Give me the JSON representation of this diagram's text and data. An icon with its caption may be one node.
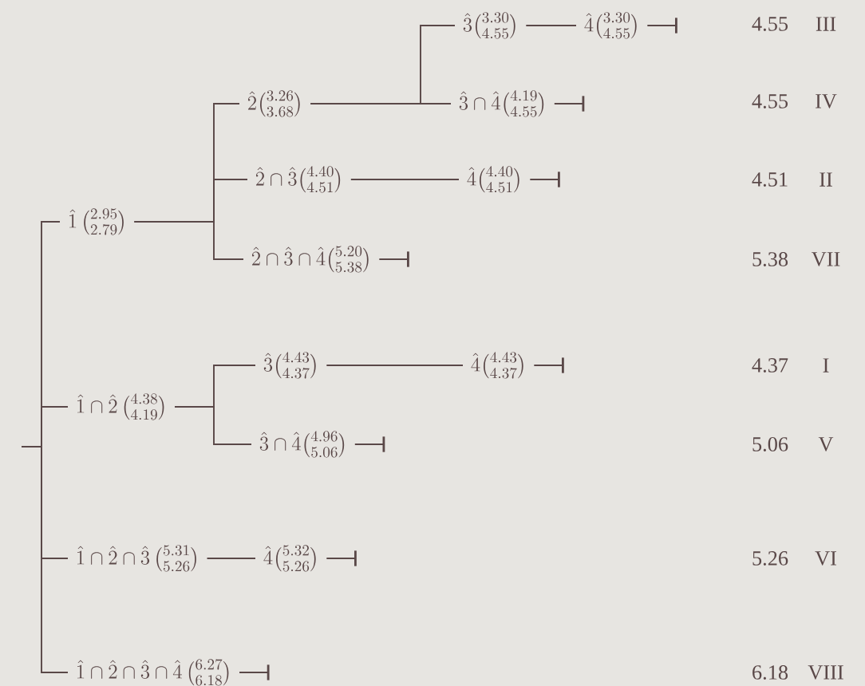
{
  "diagram": {
    "nodes": [
      {
        "text": [
          "\\hat{1}\\,\\binom{2.95}{2.79}"
        ]
      },
      {
        "text": [
          "\\hat{2}\\binom{3.26}{3.68}"
        ]
      },
      {
        "text": [
          "\\hat{3}\\binom{3.30}{4.55}"
        ]
      },
      {
        "text": [
          "\\hat{4}\\binom{3.30}{4.55}"
        ]
      },
      {
        "text": [
          "\\hat{3}\\cap\\hat{4}\\binom{4.19}{4.55}"
        ]
      },
      {
        "text": [
          "\\hat{2}\\cap\\hat{3}\\binom{4.40}{4.51}"
        ]
      },
      {
        "text": [
          "\\hat{4}\\binom{4.40}{4.51}"
        ]
      },
      {
        "text": [
          "\\hat{2}\\cap\\hat{3}\\cap\\hat{4}\\binom{5.20}{5.38}"
        ]
      },
      {
        "text": [
          "\\hat{1}\\cap\\hat{2}\\,\\binom{4.38}{4.19}"
        ]
      },
      {
        "text": [
          "\\hat{3}\\binom{4.43}{4.37}"
        ]
      },
      {
        "text": [
          "\\hat{4}\\binom{4.43}{4.37}"
        ]
      },
      {
        "text": [
          "\\hat{3}\\cap\\hat{4}\\binom{4.96}{5.06}"
        ]
      },
      {
        "text": [
          "\\hat{1}\\cap\\hat{2}\\cap\\hat{3}\\,\\binom{5.31}{5.26}"
        ]
      },
      {
        "text": [
          "\\hat{4}\\binom{5.32}{5.26}"
        ]
      },
      {
        "text": [
          "\\hat{1}\\cap\\hat{2}\\cap\\hat{3}\\cap\\hat{4}\\,\\binom{6.27}{6.18}"
        ]
      }
    ],
    "edges": [
      {
        "from": null,
        "to": 0,
        "arrow": "none"
      },
      {
        "from": null,
        "to": 8,
        "arrow": "none"
      },
      {
        "from": null,
        "to": 12,
        "arrow": "none"
      },
      {
        "from": null,
        "to": 14,
        "arrow": "none"
      },
      {
        "from": 0,
        "to": 1,
        "arrow": "none"
      },
      {
        "from": 0,
        "to": 5,
        "arrow": "none"
      },
      {
        "from": 0,
        "to": 7,
        "arrow": "none"
      },
      {
        "from": 1,
        "to": 2,
        "arrow": "none"
      },
      {
        "from": 1,
        "to": 4,
        "arrow": "none"
      },
      {
        "from": 2,
        "to": 3,
        "arrow": "none"
      },
      {
        "from": 5,
        "to": 6,
        "arrow": "none"
      },
      {
        "from": 8,
        "to": 9,
        "arrow": "none"
      },
      {
        "from": 8,
        "to": 11,
        "arrow": "none"
      },
      {
        "from": 9,
        "to": 10,
        "arrow": "none"
      },
      {
        "from": 12,
        "to": 13,
        "arrow": "none"
      },
      {
        "from": 3,
        "to": null,
        "arrow": "other"
      },
      {
        "from": 4,
        "to": null,
        "arrow": "other"
      },
      {
        "from": 6,
        "to": null,
        "arrow": "other"
      },
      {
        "from": 7,
        "to": null,
        "arrow": "other"
      },
      {
        "from": 10,
        "to": null,
        "arrow": "other"
      },
      {
        "from": 11,
        "to": null,
        "arrow": "other"
      },
      {
        "from": 13,
        "to": null,
        "arrow": "other"
      },
      {
        "from": 14,
        "to": null,
        "arrow": "other"
      }
    ],
    "labels": [
      "4.55",
      "III",
      "4.55",
      "IV",
      "4.51",
      "II",
      "5.38",
      "VII",
      "4.37",
      "I",
      "5.06",
      "V",
      "5.26",
      "VI",
      "6.18",
      "VIII"
    ]
  }
}
